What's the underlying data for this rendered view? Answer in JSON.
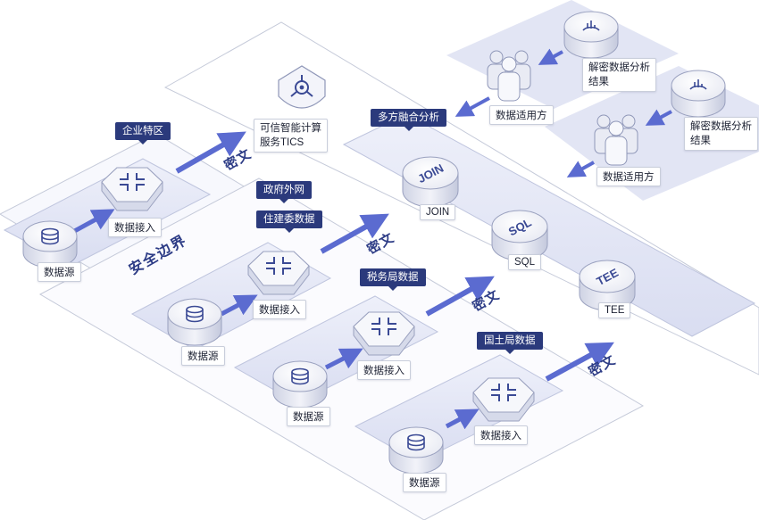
{
  "diagram": {
    "enterprise_zone": "企业特区",
    "security_boundary": "安全边界",
    "tics": {
      "line1": "可信智能计算",
      "line2": "服务TICS"
    },
    "multi_party": "多方融合分析",
    "gov_network": "政府外网",
    "departments": [
      "住建委数据",
      "税务局数据",
      "国土局数据"
    ],
    "data_source": "数据源",
    "data_access": "数据接入",
    "ciphertext": "密文",
    "engines": [
      {
        "label": "JOIN",
        "disk": "JOIN"
      },
      {
        "label": "SQL",
        "disk": "SQL"
      },
      {
        "label": "TEE",
        "disk": "TEE"
      }
    ],
    "consumer": "数据适用方",
    "result": {
      "line1": "解密数据分析",
      "line2": "结果"
    }
  },
  "colors": {
    "accent": "#2b3a7c",
    "arrow": "#5b6bd0",
    "platform": "#e6e8f6",
    "border": "#c5cad9"
  }
}
